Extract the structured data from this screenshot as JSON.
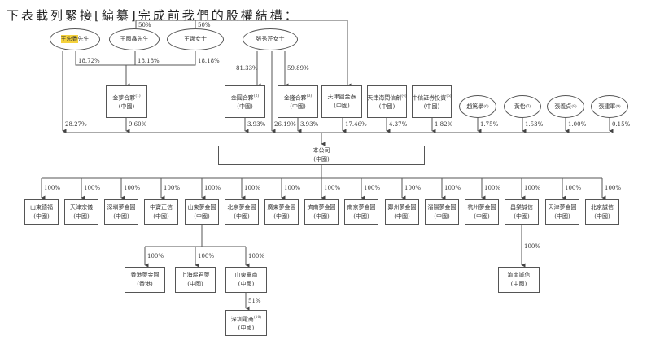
{
  "title": "下表載列緊接[編纂]完成前我們的股權結構：",
  "colors": {
    "line": "#555555",
    "highlight": "#f5d23c"
  },
  "individuals_top": [
    {
      "name": "王忠香",
      "suffix": "先生",
      "highlighted": true
    },
    {
      "name": "王國鑫先生"
    },
    {
      "name": "王娜女士"
    },
    {
      "name": "張秀芹女士"
    }
  ],
  "top_percentages": {
    "wang_guoxin_to_tianjin": "50%",
    "wang_na_to_tianjin": "50%",
    "wzx_to_jinmeng": "18.72%",
    "wgx_to_jinmeng": "18.18%",
    "wn_to_jinmeng": "18.18%",
    "zxq_to_jinyuan": "81.33%",
    "zxq_to_jinlong": "59.89%"
  },
  "shareholders": [
    {
      "name": "金夢合夥",
      "note": "(1)",
      "region": "(中國)",
      "pct": "9.60%"
    },
    {
      "name": "金圓合夥",
      "note": "(2)",
      "region": "(中國)",
      "pct": "3.93%"
    },
    {
      "name": "金隆合夥",
      "note": "(3)",
      "region": "(中國)",
      "pct": "3.93%"
    },
    {
      "name": "天津圓金泰",
      "note": "",
      "region": "(中國)",
      "pct": "17.46%"
    },
    {
      "name": "天津海閎信創",
      "note": "(4)",
      "region": "(中國)",
      "pct": "4.37%"
    },
    {
      "name": "中信証券投資",
      "note": "(5)",
      "region": "(中國)",
      "pct": "1.82%"
    }
  ],
  "direct_pcts": {
    "wang_zhongxiang": "28.27%",
    "zhang_xiuqin": "26.19%"
  },
  "individuals_right": [
    {
      "name": "趙篤學",
      "note": "(6)",
      "pct": "1.75%"
    },
    {
      "name": "黃怡",
      "note": "(7)",
      "pct": "1.53%"
    },
    {
      "name": "張義貞",
      "note": "(8)",
      "pct": "1.00%"
    },
    {
      "name": "張建軍",
      "note": "(9)",
      "pct": "0.15%"
    }
  ],
  "company": {
    "name": "本公司",
    "region": "(中國)"
  },
  "subsidiaries": [
    {
      "name": "山東德福",
      "region": "(中國)",
      "pct": "100%"
    },
    {
      "name": "天津宗儀",
      "region": "(中國)",
      "pct": "100%"
    },
    {
      "name": "深圳夢金圓",
      "region": "(中國)",
      "pct": "100%"
    },
    {
      "name": "中寶正信",
      "region": "(中國)",
      "pct": "100%"
    },
    {
      "name": "山東夢金圓",
      "region": "(中國)",
      "pct": "100%"
    },
    {
      "name": "北京夢金圓",
      "region": "(中國)",
      "pct": "100%"
    },
    {
      "name": "廣東夢金圓",
      "region": "(中國)",
      "pct": "100%"
    },
    {
      "name": "濟南夢金圓",
      "region": "(中國)",
      "pct": "100%"
    },
    {
      "name": "南京夢金圓",
      "region": "(中國)",
      "pct": "100%"
    },
    {
      "name": "鄭州夢金圓",
      "region": "(中國)",
      "pct": "100%"
    },
    {
      "name": "瀋陽夢金圓",
      "region": "(中國)",
      "pct": "100%"
    },
    {
      "name": "杭州夢金圓",
      "region": "(中國)",
      "pct": "100%"
    },
    {
      "name": "昌樂誠信",
      "region": "(中國)",
      "pct": "100%"
    },
    {
      "name": "天津夢金圓",
      "region": "(中國)",
      "pct": "100%"
    },
    {
      "name": "北京誠信",
      "region": "(中國)",
      "pct": "100%"
    }
  ],
  "second_level": [
    {
      "name": "香港夢金圓",
      "region": "(香港)",
      "pct": "100%"
    },
    {
      "name": "上海煜君夢",
      "region": "(中國)",
      "pct": "100%"
    },
    {
      "name": "山東電商",
      "region": "(中國)",
      "pct": "100%"
    },
    {
      "name": "濟南誠信",
      "region": "(中國)",
      "pct": "100%"
    }
  ],
  "third_level": [
    {
      "name": "深圳電商",
      "note": "(10)",
      "region": "(中國)",
      "pct": "51%"
    }
  ]
}
